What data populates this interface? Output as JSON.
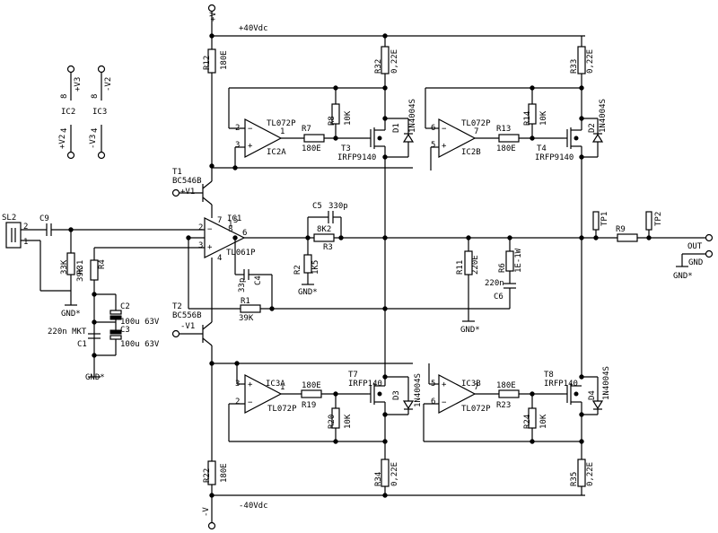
{
  "rails": {
    "pos": "+40Vdc",
    "neg": "-40Vdc",
    "v_top": "+V",
    "v_bot": "-V"
  },
  "power": {
    "v1p": "+V1",
    "v1n": "-V1",
    "v3p": "+V3",
    "v2n": "-V2",
    "v2p": "+V2",
    "v3n": "-V3",
    "p8": "8",
    "p4": "4"
  },
  "ics": {
    "ic1": "IC1",
    "ic1_part": "TL061P",
    "ic2": "IC2",
    "ic3": "IC3",
    "ic2a": "IC2A",
    "ic2b": "IC2B",
    "ic3a": "IC3A",
    "ic3b": "IC3B",
    "tl072": "TL072P"
  },
  "pins": {
    "p1": "1",
    "p2": "2",
    "p3": "3",
    "p4": "4",
    "p5": "5",
    "p6": "6",
    "p7": "7",
    "p8": "8"
  },
  "transistors": {
    "t1": "T1",
    "t1_part": "BC546B",
    "t2": "T2",
    "t2_part": "BC556B",
    "t3": "T3",
    "t4": "T4",
    "mos_p": "IRFP9140",
    "t7": "T7",
    "t8": "T8",
    "mos_n": "IRFP140"
  },
  "diodes": {
    "d1": "D1",
    "d2": "D2",
    "d3": "D3",
    "d4": "D4",
    "part": "1N4004S"
  },
  "resistors": {
    "r12": "R12",
    "r22": "R22",
    "v180": "180E",
    "r32": "R32",
    "r33": "R33",
    "r34": "R34",
    "r35": "R35",
    "v022": "0,22E",
    "r7": "R7",
    "r13": "R13",
    "r19": "R19",
    "r23": "R23",
    "r8": "R8",
    "r14": "R14",
    "r20": "R20",
    "r24": "R24",
    "v10k": "10K",
    "r3": "R3",
    "r3v": "8K2",
    "r2": "R2",
    "r2v": "1K5",
    "r1": "R1",
    "r1v": "39K",
    "r31": "R31",
    "r4": "R4",
    "v39k": "39K",
    "v33k": "33K",
    "r11": "R11",
    "r11v": "220E",
    "r6": "R6",
    "r6v": "1E-1W",
    "r9": "R9"
  },
  "caps": {
    "c9": "C9",
    "c5": "C5",
    "c5v": "330p",
    "c4": "C4",
    "c4v": "33p",
    "c2": "C2",
    "c3": "C3",
    "cv": "100u 63V",
    "c1": "C1",
    "c1v": "220n MKT",
    "c6": "C6",
    "c6v": "220n"
  },
  "misc": {
    "sl2": "SL2",
    "sl_p1": "1",
    "sl_p2": "2",
    "gnd": "GND*",
    "out": "OUT",
    "gnd_lbl": "GND",
    "tp1": "TP1",
    "tp2": "TP2"
  }
}
